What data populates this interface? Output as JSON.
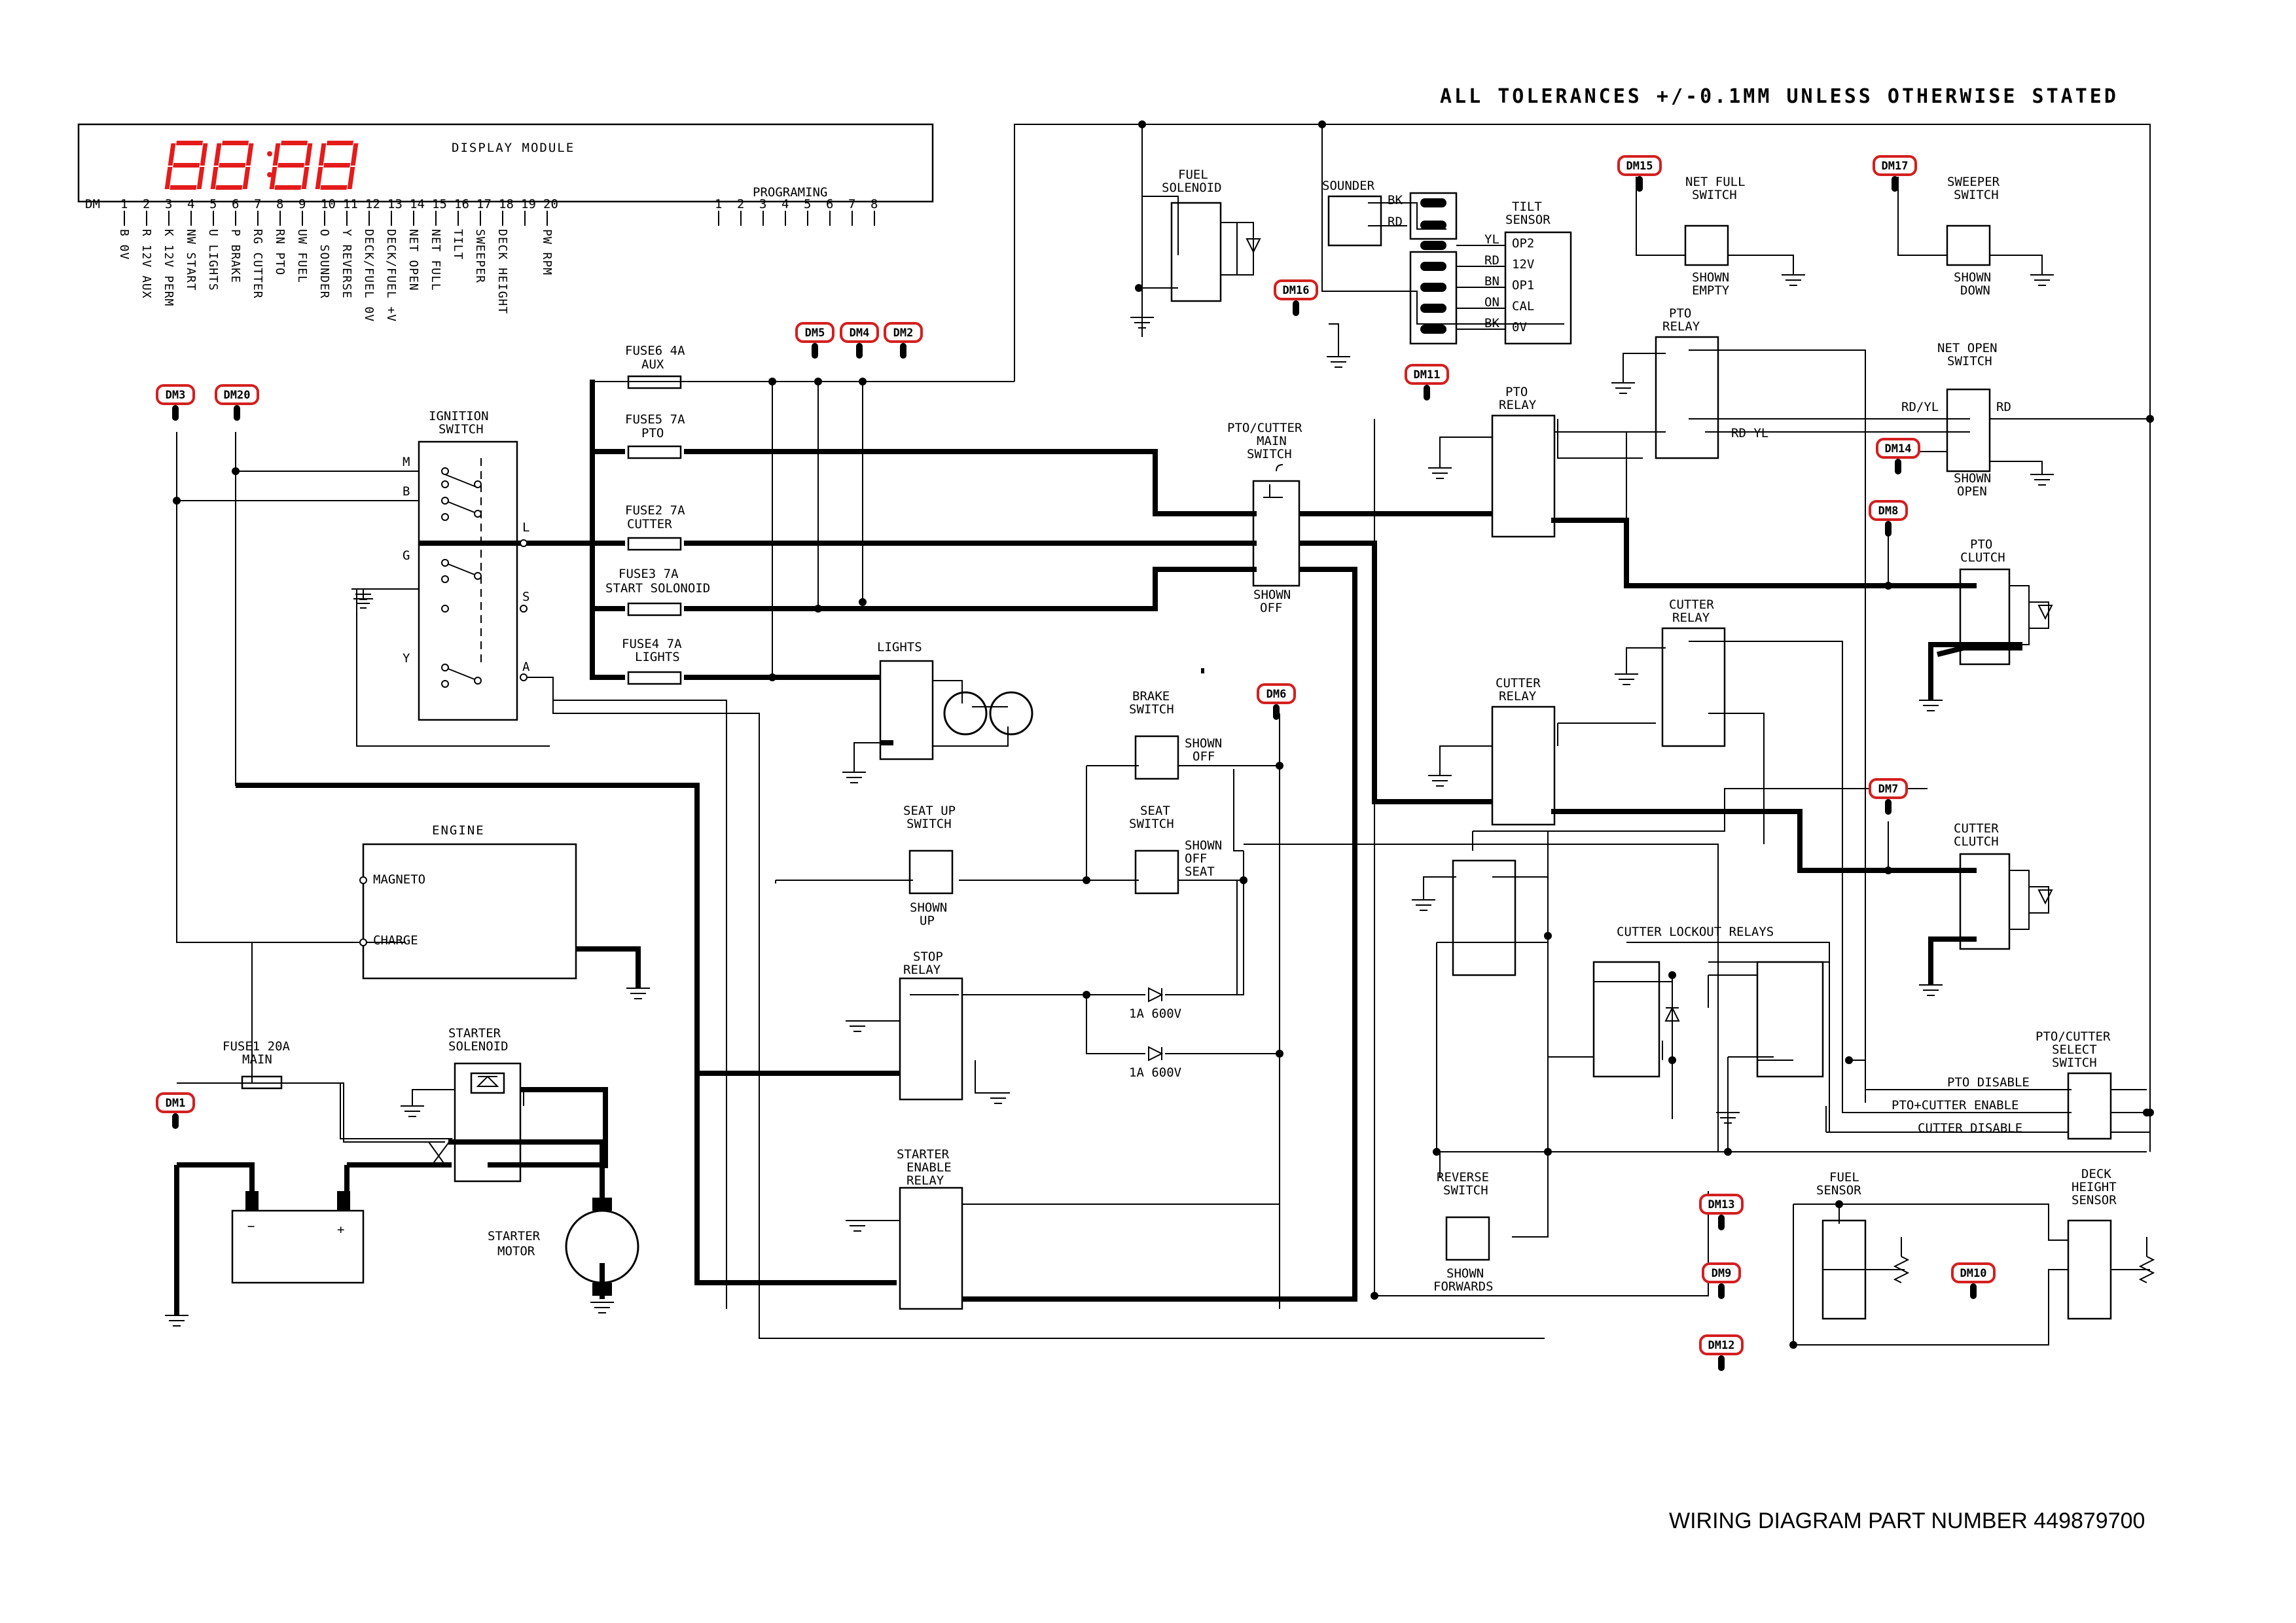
{
  "header": "ALL TOLERANCES +/-0.1MM UNLESS OTHERWISE STATED",
  "footer": "WIRING DIAGRAM PART NUMBER 449879700",
  "display_module": {
    "title": "DISPLAY MODULE",
    "programing_label": "PROGRAMING",
    "dm_label": "DM",
    "pins": [
      "1",
      "2",
      "3",
      "4",
      "5",
      "6",
      "7",
      "8",
      "9",
      "10",
      "11",
      "12",
      "13",
      "14",
      "15",
      "16",
      "17",
      "18",
      "19",
      "20"
    ],
    "signals": [
      "B 0V",
      "R 12V AUX",
      "K 12V PERM",
      "NW START",
      "U LIGHTS",
      "P BRAKE",
      "RG CUTTER",
      "RN PTO",
      "UW FUEL",
      "O SOUNDER",
      "Y REVERSE",
      "DECK/FUEL 0V",
      "DECK/FUEL +V",
      "NET OPEN",
      "NET FULL",
      "TILT",
      "SWEEPER",
      "DECK HEIGHT",
      "",
      "PW RPM"
    ],
    "prog_pins": [
      "1",
      "2",
      "3",
      "4",
      "5",
      "6",
      "7",
      "8"
    ],
    "segment_color": "#e51b1b"
  },
  "dm_tags": {
    "dm1": "DM1",
    "dm2": "DM2",
    "dm3": "DM3",
    "dm4": "DM4",
    "dm5": "DM5",
    "dm6": "DM6",
    "dm7": "DM7",
    "dm8": "DM8",
    "dm9": "DM9",
    "dm10": "DM10",
    "dm11": "DM11",
    "dm12": "DM12",
    "dm13": "DM13",
    "dm14": "DM14",
    "dm15": "DM15",
    "dm16": "DM16",
    "dm17": "DM17",
    "dm20": "DM20"
  },
  "tag_color": "#d41f1f",
  "fuses": {
    "f6": "FUSE6 4A",
    "f6b": "AUX",
    "f5": "FUSE5 7A",
    "f5b": "PTO",
    "f2": "FUSE2 7A",
    "f2b": "CUTTER",
    "f3": "FUSE3 7A",
    "f3b": "START SOLONOID",
    "f4": "FUSE4 7A",
    "f4b": "LIGHTS",
    "f1": "FUSE1 20A",
    "f1b": "MAIN"
  },
  "ignition": {
    "l1": "IGNITION",
    "l2": "SWITCH",
    "m": "M",
    "b": "B",
    "g": "G",
    "y": "Y",
    "L": "L",
    "S": "S",
    "A": "A"
  },
  "engine": {
    "title": "ENGINE",
    "magneto": "MAGNETO",
    "charge": "CHARGE"
  },
  "starter_solenoid": {
    "l1": "STARTER",
    "l2": "SOLENOID"
  },
  "starter_motor": {
    "l1": "STARTER",
    "l2": "MOTOR"
  },
  "lights": "LIGHTS",
  "fuel_solenoid": {
    "l1": "FUEL",
    "l2": "SOLENOID"
  },
  "sounder": {
    "title": "SOUNDER",
    "bk": "BK",
    "rd": "RD"
  },
  "tilt": {
    "l1": "TILT",
    "l2": "SENSOR",
    "pins": [
      "OP2",
      "12V",
      "OP1",
      "CAL",
      "0V"
    ],
    "wires": [
      "YL",
      "RD",
      "BN",
      "ON",
      "BK"
    ]
  },
  "net_full": {
    "l1": "NET FULL",
    "l2": "SWITCH",
    "s1": "SHOWN",
    "s2": "EMPTY"
  },
  "sweeper": {
    "l1": "SWEEPER",
    "l2": "SWITCH",
    "s1": "SHOWN",
    "s2": "DOWN"
  },
  "net_open": {
    "l1": "NET OPEN",
    "l2": "SWITCH",
    "s1": "SHOWN",
    "s2": "OPEN",
    "rdyl": "RD/YL",
    "rd": "RD"
  },
  "pto_relay_r": {
    "l1": "PTO",
    "l2": "RELAY",
    "rdyl": "RD YL"
  },
  "pto_relay_m": {
    "l1": "PTO",
    "l2": "RELAY"
  },
  "pto_cutter_main": {
    "l1": "PTO/CUTTER",
    "l2": "MAIN",
    "l3": "SWITCH",
    "s1": "SHOWN",
    "s2": "OFF"
  },
  "pto_clutch": {
    "l1": "PTO",
    "l2": "CLUTCH"
  },
  "cutter_relay_r": {
    "l1": "CUTTER",
    "l2": "RELAY"
  },
  "cutter_relay_m": {
    "l1": "CUTTER",
    "l2": "RELAY"
  },
  "cutter_clutch": {
    "l1": "CUTTER",
    "l2": "CLUTCH"
  },
  "brake": {
    "l1": "BRAKE",
    "l2": "SWITCH",
    "s1": "SHOWN",
    "s2": "OFF"
  },
  "seat_up": {
    "l1": "SEAT UP",
    "l2": "SWITCH",
    "s1": "SHOWN",
    "s2": "UP"
  },
  "seat": {
    "l1": "SEAT",
    "l2": "SWITCH",
    "s1": "SHOWN",
    "s2": "OFF",
    "s3": "SEAT"
  },
  "stop_relay": {
    "l1": "STOP",
    "l2": "RELAY"
  },
  "diodes": {
    "d1": "1A 600V",
    "d2": "1A 600V"
  },
  "starter_enable": {
    "l1": "STARTER",
    "l2": "ENABLE",
    "l3": "RELAY"
  },
  "lockout": "CUTTER LOCKOUT RELAYS",
  "select_switch": {
    "l1": "PTO/CUTTER",
    "l2": "SELECT",
    "l3": "SWITCH",
    "o1": "PTO DISABLE",
    "o2": "PTO+CUTTER ENABLE",
    "o3": "CUTTER DISABLE"
  },
  "reverse": {
    "l1": "REVERSE",
    "l2": "SWITCH",
    "s1": "SHOWN",
    "s2": "FORWARDS"
  },
  "fuel_sensor": {
    "l1": "FUEL",
    "l2": "SENSOR"
  },
  "deck_sensor": {
    "l1": "DECK",
    "l2": "HEIGHT",
    "l3": "SENSOR"
  }
}
